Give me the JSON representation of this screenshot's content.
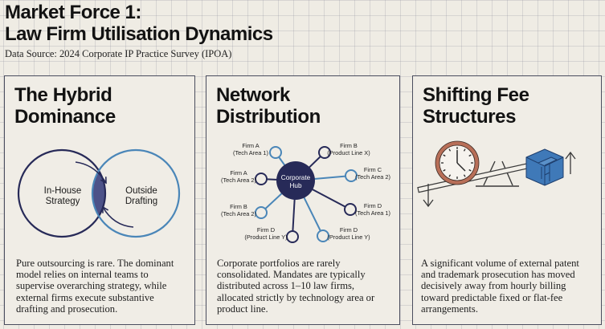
{
  "header": {
    "title_line1": "Market Force 1:",
    "title_line2": "Law Firm Utilisation Dynamics",
    "source": "Data Source: 2024 Corporate IP Practice Survey (IPOA)"
  },
  "colors": {
    "background": "#efece4",
    "navy": "#272a58",
    "blue": "#4a86b8",
    "overlap": "#4d5288",
    "clock_ring": "#b86f58",
    "cube": "#3f79b8"
  },
  "panels": [
    {
      "title_line1": "The Hybrid",
      "title_line2": "Dominance",
      "venn": {
        "left_label_line1": "In-House",
        "left_label_line2": "Strategy",
        "right_label_line1": "Outside",
        "right_label_line2": "Drafting"
      },
      "body_lines": [
        "Pure outsourcing is rare. The dominant",
        "model relies on internal teams to",
        "supervise overarching strategy, while",
        "external firms execute substantive",
        "drafting and prosecution."
      ]
    },
    {
      "title_line1": "Network",
      "title_line2": "Distribution",
      "hub": {
        "line1": "Corporate",
        "line2": "Hub"
      },
      "nodes": [
        {
          "firm": "Firm A",
          "area": "(Tech Area 1)",
          "color": "blue"
        },
        {
          "firm": "Firm B",
          "area": "(Product Line X)",
          "color": "navy"
        },
        {
          "firm": "Firm A",
          "area": "(Tech Area 2)",
          "color": "navy"
        },
        {
          "firm": "Firm C",
          "area": "(Tech Area 2)",
          "color": "blue"
        },
        {
          "firm": "Firm B",
          "area": "(Tech Area 2)",
          "color": "blue"
        },
        {
          "firm": "Firm D",
          "area": "(Tech Area 1)",
          "color": "navy"
        },
        {
          "firm": "Firm D",
          "area": "(Product Line Y)",
          "color": "navy"
        },
        {
          "firm": "Firm D",
          "area": "(Product Line Y)",
          "color": "blue"
        }
      ],
      "body_lines": [
        "Corporate portfolios are rarely",
        "consolidated. Mandates are typically",
        "distributed across 1–10 law firms,",
        "allocated strictly by technology area or",
        "product line."
      ]
    },
    {
      "title_line1": "Shifting Fee",
      "title_line2": "Structures",
      "illustration": {
        "left_object": "clock-icon",
        "left_direction": "down",
        "right_object": "cube-icon",
        "right_direction": "up"
      },
      "body_lines": [
        "A significant volume of external patent",
        "and trademark prosecution has moved",
        "decisively away from hourly billing",
        "toward predictable fixed or flat-fee",
        "arrangements."
      ]
    }
  ]
}
